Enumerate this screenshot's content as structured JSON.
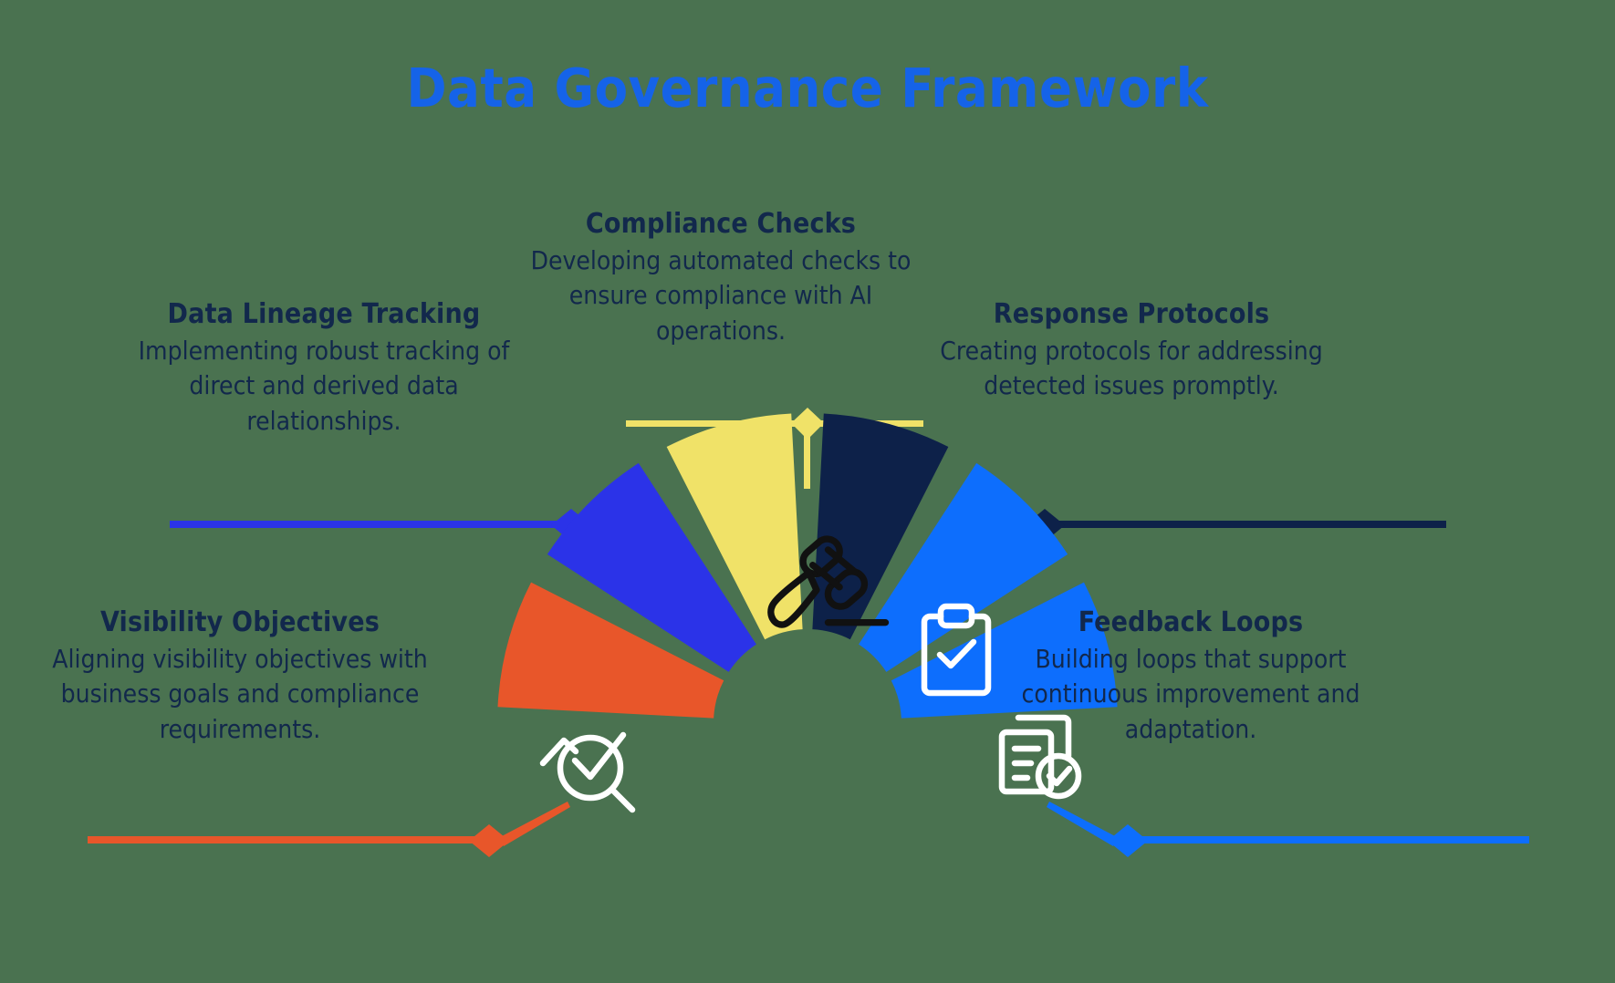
{
  "page": {
    "title": "Data Governance Framework",
    "background_color": "#4a7250",
    "title_color": "#1563e8",
    "text_color": "#12284c"
  },
  "diagram": {
    "type": "semicircle-fan",
    "segment_count": 6,
    "segments": [
      {
        "id": "visibility",
        "color": "#e8562a",
        "icon": "analytics-magnifier-icon",
        "label_title": "Visibility Objectives",
        "label_desc": "Aligning visibility objectives with business goals and compliance requirements.",
        "connector_color": "#e8562a",
        "connector_side": "left"
      },
      {
        "id": "lineage",
        "color": "#2b33e8",
        "icon": "lineage-wedge",
        "label_title": "Data Lineage Tracking",
        "label_desc": "Implementing robust tracking of direct and derived data relationships.",
        "connector_color": "#2b33e8",
        "connector_side": "left"
      },
      {
        "id": "compliance",
        "color": "#f0e268",
        "icon": "gavel-icon",
        "label_title": "Compliance Checks",
        "label_desc": "Developing automated checks to ensure compliance with AI operations.",
        "connector_color": "#f0e268",
        "connector_side": "top"
      },
      {
        "id": "response",
        "color": "#0d2149",
        "icon": "clipboard-check-icon",
        "label_title": "Response Protocols",
        "label_desc": "Creating protocols for addressing detected issues promptly.",
        "connector_color": "#0d2149",
        "connector_side": "right"
      },
      {
        "id": "feedback",
        "color": "#0d6efd",
        "icon": "documents-check-icon",
        "label_title": "Feedback Loops",
        "label_desc": "Building loops that support continuous improvement and adaptation.",
        "connector_color": "#0d6efd",
        "connector_side": "right"
      }
    ]
  },
  "labels": {
    "compliance": {
      "title": "Compliance Checks",
      "desc": "Developing automated checks to ensure compliance with AI operations."
    },
    "lineage": {
      "title": "Data Lineage Tracking",
      "desc": "Implementing robust tracking of direct and derived data relationships."
    },
    "response": {
      "title": "Response Protocols",
      "desc": "Creating protocols for addressing detected issues promptly."
    },
    "visibility": {
      "title": "Visibility Objectives",
      "desc": "Aligning visibility objectives with business goals and compliance requirements."
    },
    "feedback": {
      "title": "Feedback Loops",
      "desc": "Building loops that support continuous improvement and adaptation."
    }
  }
}
